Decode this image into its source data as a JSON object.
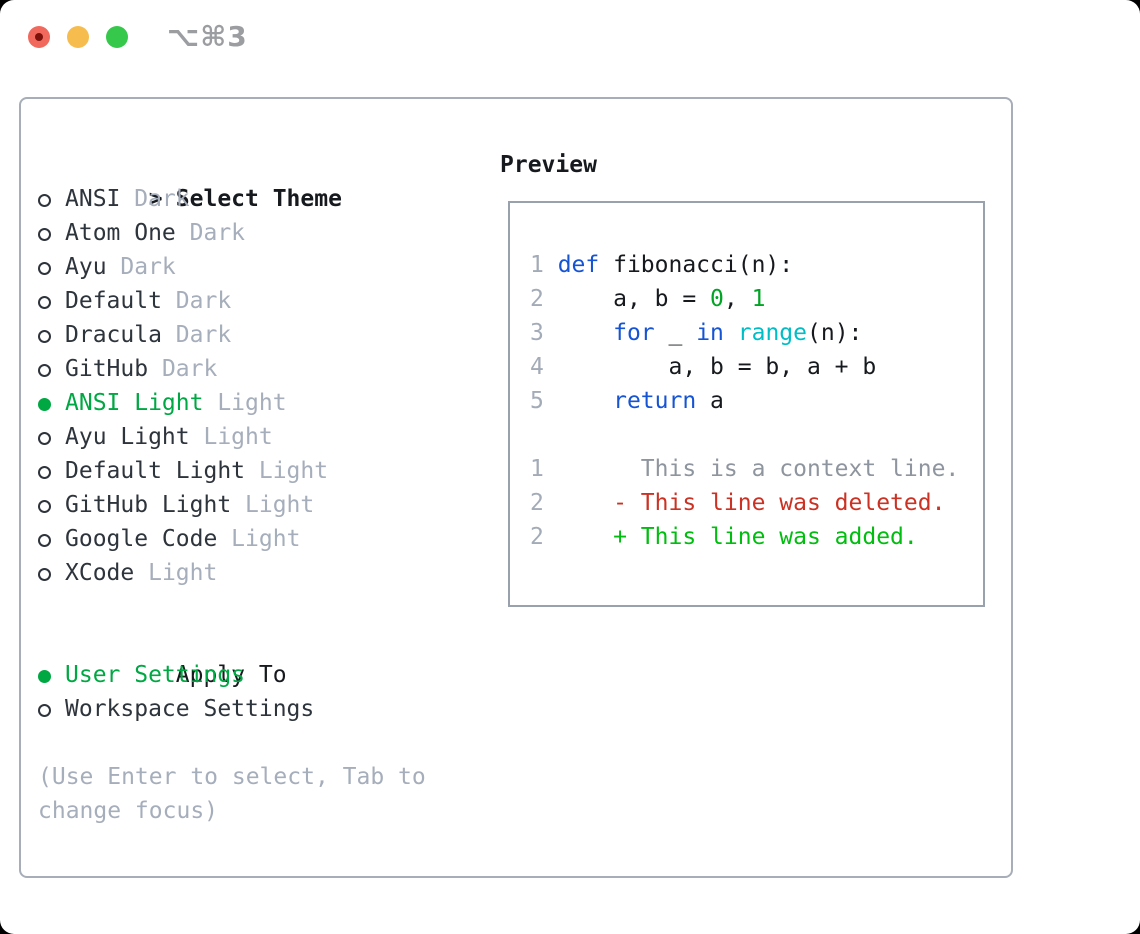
{
  "window": {
    "title": "⌥⌘3"
  },
  "theme_panel": {
    "prompt": ">",
    "header": "Select Theme",
    "items": [
      {
        "name": "ANSI",
        "variant": "Dark",
        "selected": false
      },
      {
        "name": "Atom One",
        "variant": "Dark",
        "selected": false
      },
      {
        "name": "Ayu",
        "variant": "Dark",
        "selected": false
      },
      {
        "name": "Default",
        "variant": "Dark",
        "selected": false
      },
      {
        "name": "Dracula",
        "variant": "Dark",
        "selected": false
      },
      {
        "name": "GitHub",
        "variant": "Dark",
        "selected": false
      },
      {
        "name": "ANSI Light",
        "variant": "Light",
        "selected": true
      },
      {
        "name": "Ayu Light",
        "variant": "Light",
        "selected": false
      },
      {
        "name": "Default Light",
        "variant": "Light",
        "selected": false
      },
      {
        "name": "GitHub Light",
        "variant": "Light",
        "selected": false
      },
      {
        "name": "Google Code",
        "variant": "Light",
        "selected": false
      },
      {
        "name": "XCode",
        "variant": "Light",
        "selected": false
      }
    ],
    "apply_to": {
      "label": "Apply To",
      "options": [
        {
          "name": "User Settings",
          "selected": true
        },
        {
          "name": "Workspace Settings",
          "selected": false
        }
      ]
    },
    "help_text": "(Use Enter to select, Tab to change focus)"
  },
  "preview": {
    "label": "Preview",
    "lines": [
      {
        "num": "1",
        "tokens": [
          {
            "t": "def",
            "c": "kw"
          },
          {
            "t": " fibonacci(n):",
            "c": "fg"
          }
        ]
      },
      {
        "num": "2",
        "tokens": [
          {
            "t": "    a, b = ",
            "c": "fg"
          },
          {
            "t": "0",
            "c": "num"
          },
          {
            "t": ", ",
            "c": "fg"
          },
          {
            "t": "1",
            "c": "num"
          }
        ]
      },
      {
        "num": "3",
        "tokens": [
          {
            "t": "    ",
            "c": "fg"
          },
          {
            "t": "for",
            "c": "kw"
          },
          {
            "t": " _ ",
            "c": "fg"
          },
          {
            "t": "in",
            "c": "kw"
          },
          {
            "t": " ",
            "c": "fg"
          },
          {
            "t": "range",
            "c": "builtin"
          },
          {
            "t": "(n):",
            "c": "fg"
          }
        ]
      },
      {
        "num": "4",
        "tokens": [
          {
            "t": "        a, b = b, a + b",
            "c": "fg"
          }
        ]
      },
      {
        "num": "5",
        "tokens": [
          {
            "t": "    ",
            "c": "fg"
          },
          {
            "t": "return",
            "c": "kw"
          },
          {
            "t": " a",
            "c": "fg"
          }
        ]
      },
      {
        "num": "",
        "tokens": []
      },
      {
        "num": "1",
        "tokens": [
          {
            "t": "      This is a context line.",
            "c": "ctx"
          }
        ]
      },
      {
        "num": "2",
        "tokens": [
          {
            "t": "    - This line was deleted.",
            "c": "del"
          }
        ]
      },
      {
        "num": "2",
        "tokens": [
          {
            "t": "    + This line was added.",
            "c": "add"
          }
        ]
      }
    ]
  },
  "colors": {
    "text_primary": "#16191d",
    "text_item": "#2e343c",
    "text_muted": "#a6aebb",
    "green_ui": "#00a843",
    "green_diff": "#00bd0f",
    "green_num": "#00a525",
    "red_diff": "#cb3223",
    "blue_kw": "#1554d4",
    "cyan_builtin": "#00bdc6",
    "gray_linenum": "#a3abb8",
    "gray_context": "#8f959e",
    "border_outer": "#a7aeb8",
    "border_preview": "#99a1ac",
    "title_gray": "#9b9da1",
    "tl_red": "#f1685c",
    "tl_red_inner": "#7c120c",
    "tl_yellow": "#f6bd4e",
    "tl_green": "#36c84b"
  }
}
